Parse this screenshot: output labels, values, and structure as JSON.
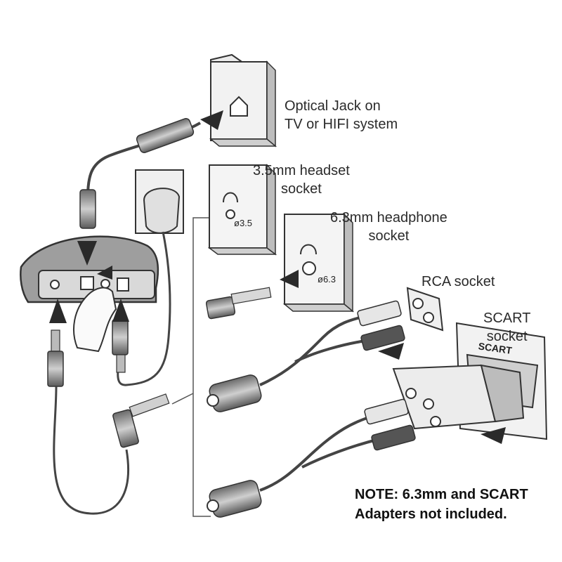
{
  "labels": {
    "optical": [
      "Optical Jack on",
      "TV or HIFI system"
    ],
    "headset35": [
      "3.5mm headset",
      "socket"
    ],
    "headphone63": [
      "6.3mm headphone",
      "socket"
    ],
    "rca": "RCA socket",
    "scart": [
      "SCART",
      "socket"
    ]
  },
  "socket_marks": {
    "mm35": "ø3.5",
    "mm63": "ø6.3",
    "scart_plate": "SCART"
  },
  "note": [
    "NOTE: 6.3mm and SCART",
    "Adapters not included."
  ],
  "colors": {
    "line": "#333333",
    "fill_light": "#e4e4e4",
    "fill_mid": "#9a9a9a",
    "fill_dark": "#3a3a3a",
    "arrow": "#2a2a2a"
  }
}
